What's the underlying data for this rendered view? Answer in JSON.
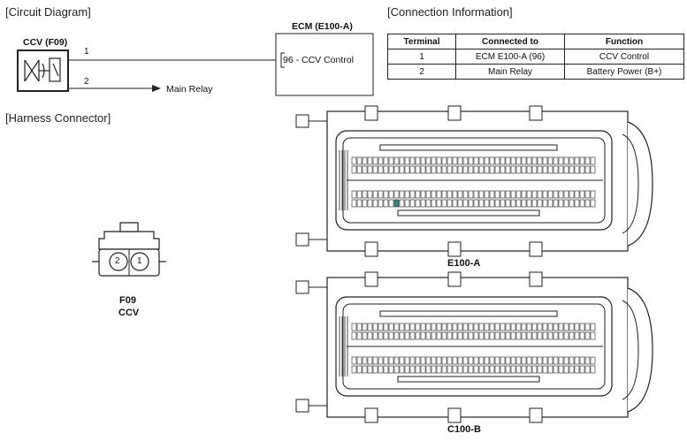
{
  "circuit": {
    "section_title": "[Circuit Diagram]",
    "ccv_label": "CCV (F09)",
    "pin1": "1",
    "pin2": "2",
    "main_relay_label": "Main Relay",
    "ecm_title": "ECM (E100-A)",
    "ecm_pin_label": "96 - CCV Control"
  },
  "connection_info": {
    "section_title": "[Connection Information]",
    "headers": [
      "Terminal",
      "Connected to",
      "Function"
    ],
    "rows": [
      [
        "1",
        "ECM E100-A (96)",
        "CCV Control"
      ],
      [
        "2",
        "Main Relay",
        "Battery Power (B+)"
      ]
    ]
  },
  "harness": {
    "section_title": "[Harness Connector]",
    "f09_pins": [
      "2",
      "1"
    ],
    "f09_code": "F09",
    "f09_name": "CCV",
    "ecm_upper_label": "E100-A",
    "ecm_lower_label": "C100-B"
  },
  "colors": {
    "line": "#222222",
    "highlight_pin": "#3a8a80"
  }
}
